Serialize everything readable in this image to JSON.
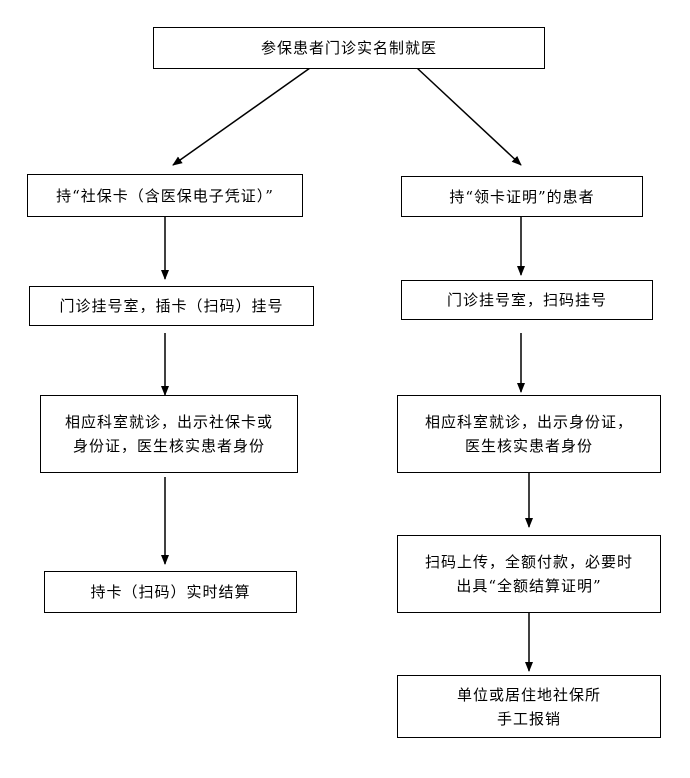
{
  "flowchart": {
    "start": "参保患者门诊实名制就医",
    "left": {
      "step1": "持“社保卡（含医保电子凭证）”",
      "step2": "门诊挂号室，插卡（扫码）挂号",
      "step3": "相应科室就诊，出示社保卡或\n身份证，医生核实患者身份",
      "step4": "持卡（扫码）实时结算"
    },
    "right": {
      "step1": "持“领卡证明”的患者",
      "step2": "门诊挂号室，扫码挂号",
      "step3": "相应科室就诊，出示身份证，\n医生核实患者身份",
      "step4": "扫码上传，全额付款，必要时\n出具“全额结算证明”",
      "step5": "单位或居住地社保所\n手工报销"
    }
  }
}
